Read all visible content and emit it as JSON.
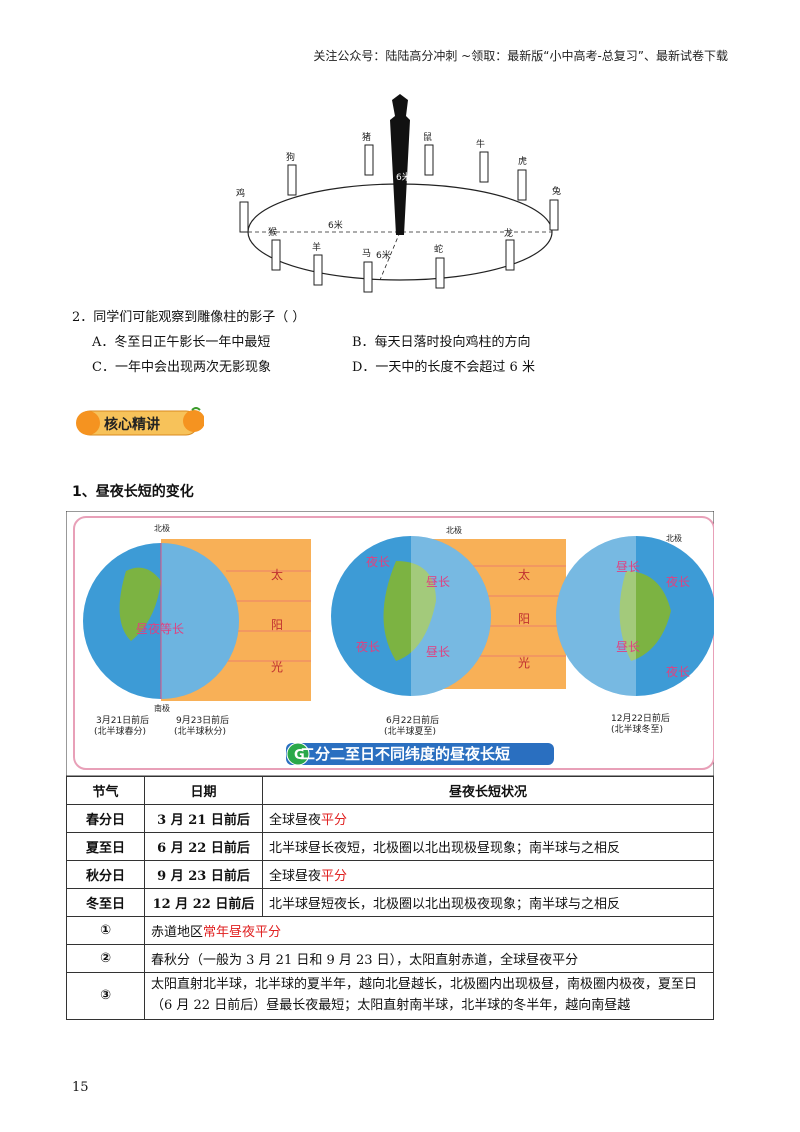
{
  "header": {
    "text": "关注公众号：陆陆高分冲刺  ~领取：最新版“小中高考-总复习”、最新试卷下载"
  },
  "sundial": {
    "zodiac": [
      "狗",
      "猪",
      "鼠",
      "牛",
      "虎",
      "兔",
      "鸡",
      "猴",
      "羊",
      "马",
      "蛇",
      "龙"
    ],
    "height_label": "6米",
    "radius_label": "6米",
    "front_label": "6米"
  },
  "question": {
    "stem": "2．同学们可能观察到雕像柱的影子（    ）",
    "options": [
      "A．冬至日正午影长一年中最短",
      "B．每天日落时投向鸡柱的方向",
      "C．一年中会出现两次无影现象",
      "D．一天中的长度不会超过 6 米"
    ]
  },
  "badge": {
    "label": "核心精讲"
  },
  "section": {
    "title": "1、昼夜长短的变化"
  },
  "figure": {
    "left_date1": "3月21日前后",
    "left_sub1": "(北半球春分)",
    "left_date2": "9月23日前后",
    "left_sub2": "(北半球秋分)",
    "mid_date": "6月22日前后",
    "mid_sub": "(北半球夏至)",
    "right_date": "12月22日前后",
    "right_sub": "(北半球冬至)",
    "sun_text": [
      "太",
      "阳",
      "光"
    ],
    "equal_text": "昼夜等长",
    "north_pole": "北极",
    "south_pole": "南极",
    "mid_texts": [
      "夜长",
      "昼长",
      "夜长",
      "昼长"
    ],
    "right_texts": [
      "昼长",
      "夜长",
      "昼长",
      "夜长"
    ],
    "caption_letter": "G",
    "caption": "二分二至日不同纬度的昼夜长短"
  },
  "table": {
    "headers": [
      "节气",
      "日期",
      "昼夜长短状况"
    ],
    "rows": [
      {
        "term": "春分日",
        "date": "3 月 21 日前后",
        "pre": "全球昼夜",
        "red": "平分"
      },
      {
        "term": "夏至日",
        "date": "6 月 22 日前后",
        "desc": "北半球昼长夜短，北极圈以北出现极昼现象；南半球与之相反"
      },
      {
        "term": "秋分日",
        "date": "9 月 23 日前后",
        "pre": "全球昼夜",
        "red": "平分"
      },
      {
        "term": "冬至日",
        "date": "12 月 22 日前后",
        "desc": "北半球昼短夜长，北极圈以北出现极夜现象；南半球与之相反"
      }
    ],
    "notes": [
      {
        "mark": "①",
        "pre": "赤道地区",
        "red": "常年昼夜平分"
      },
      {
        "mark": "②",
        "text": "春秋分（一般为 3 月 21 日和 9 月 23 日），太阳直射赤道，全球昼夜平分"
      },
      {
        "mark": "③",
        "text": "太阳直射北半球，北半球的夏半年，越向北昼越长，北极圈内出现极昼，南极圈内极夜，夏至日（6 月 22 日前后）昼最长夜最短；太阳直射南半球，北半球的冬半年，越向南昼越"
      }
    ]
  },
  "page": {
    "number": "15"
  },
  "colors": {
    "red": "#e02020",
    "orange": "#f7a23a",
    "frame": "#e8a0b8"
  }
}
